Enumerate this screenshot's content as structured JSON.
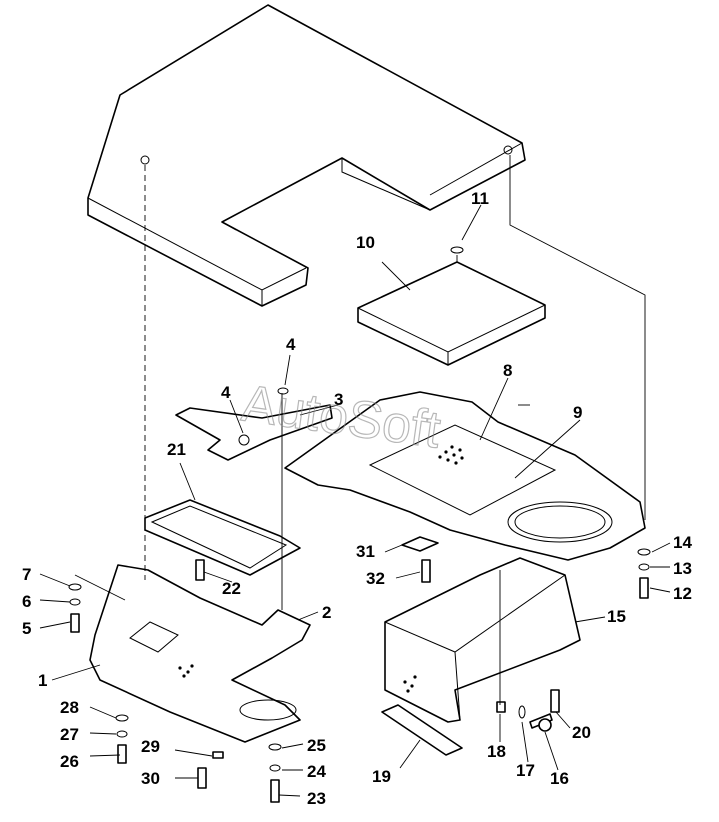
{
  "watermark": "AutoSoft",
  "callouts": [
    {
      "id": "1",
      "label": "1"
    },
    {
      "id": "2",
      "label": "2"
    },
    {
      "id": "3",
      "label": "3"
    },
    {
      "id": "4a",
      "label": "4"
    },
    {
      "id": "4b",
      "label": "4"
    },
    {
      "id": "5",
      "label": "5"
    },
    {
      "id": "6",
      "label": "6"
    },
    {
      "id": "7",
      "label": "7"
    },
    {
      "id": "8",
      "label": "8"
    },
    {
      "id": "9",
      "label": "9"
    },
    {
      "id": "10",
      "label": "10"
    },
    {
      "id": "11",
      "label": "11"
    },
    {
      "id": "12",
      "label": "12"
    },
    {
      "id": "13",
      "label": "13"
    },
    {
      "id": "14",
      "label": "14"
    },
    {
      "id": "15",
      "label": "15"
    },
    {
      "id": "16",
      "label": "16"
    },
    {
      "id": "17",
      "label": "17"
    },
    {
      "id": "18",
      "label": "18"
    },
    {
      "id": "19",
      "label": "19"
    },
    {
      "id": "20",
      "label": "20"
    },
    {
      "id": "21",
      "label": "21"
    },
    {
      "id": "22",
      "label": "22"
    },
    {
      "id": "23",
      "label": "23"
    },
    {
      "id": "24",
      "label": "24"
    },
    {
      "id": "25",
      "label": "25"
    },
    {
      "id": "26",
      "label": "26"
    },
    {
      "id": "27",
      "label": "27"
    },
    {
      "id": "28",
      "label": "28"
    },
    {
      "id": "29",
      "label": "29"
    },
    {
      "id": "30",
      "label": "30"
    },
    {
      "id": "31",
      "label": "31"
    },
    {
      "id": "32",
      "label": "32"
    }
  ]
}
